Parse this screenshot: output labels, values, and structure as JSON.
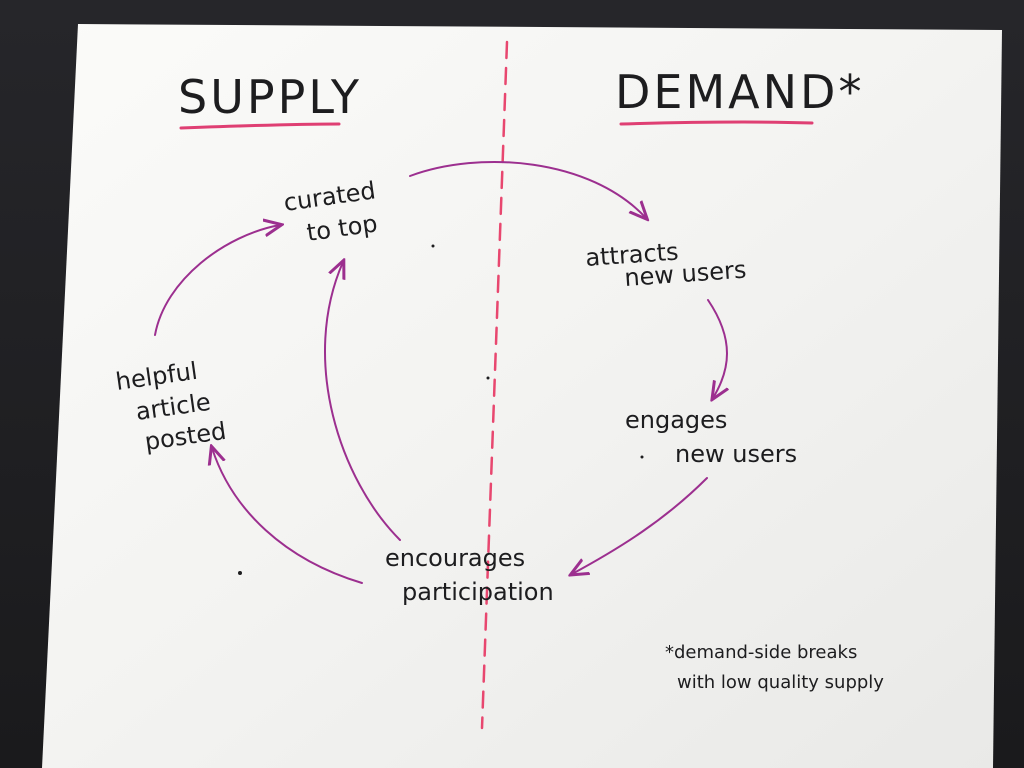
{
  "headings": {
    "supply": "SUPPLY",
    "demand": "DEMAND*"
  },
  "nodes": {
    "curated": [
      "curated",
      "to top"
    ],
    "attracts": [
      "attracts",
      "new users"
    ],
    "engages": [
      "engages",
      "new users"
    ],
    "encourages": [
      "encourages",
      "participation"
    ],
    "helpful": [
      "helpful",
      "article",
      "posted"
    ]
  },
  "footnote": [
    "*demand-side breaks",
    "with low quality supply"
  ],
  "colors": {
    "ink": "#1d1d1f",
    "arrow": "#9c2f8f",
    "divider": "#e8476f",
    "underline": "#df3f73",
    "paper": "#f6f6f4",
    "table": "#1e1e20"
  }
}
